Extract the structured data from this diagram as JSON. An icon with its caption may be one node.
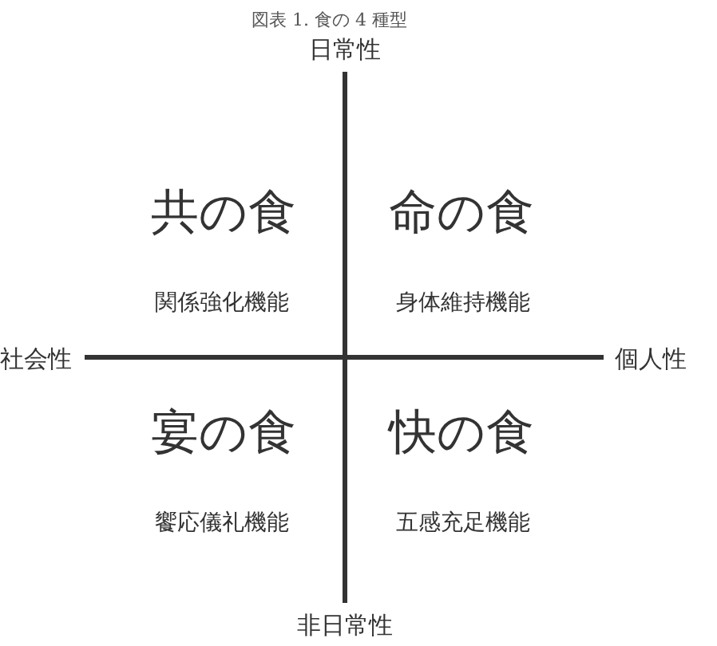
{
  "diagram": {
    "title": "図表 1. 食の 4 種型",
    "labels": [
      "日常性",
      "共の食",
      "命の食",
      "関係強化機能",
      "身体維持機能",
      "社会性",
      "個人性",
      "宴の食",
      "快の食",
      "饗応儀礼機能",
      "五感充足機能",
      "非日常性"
    ]
  }
}
